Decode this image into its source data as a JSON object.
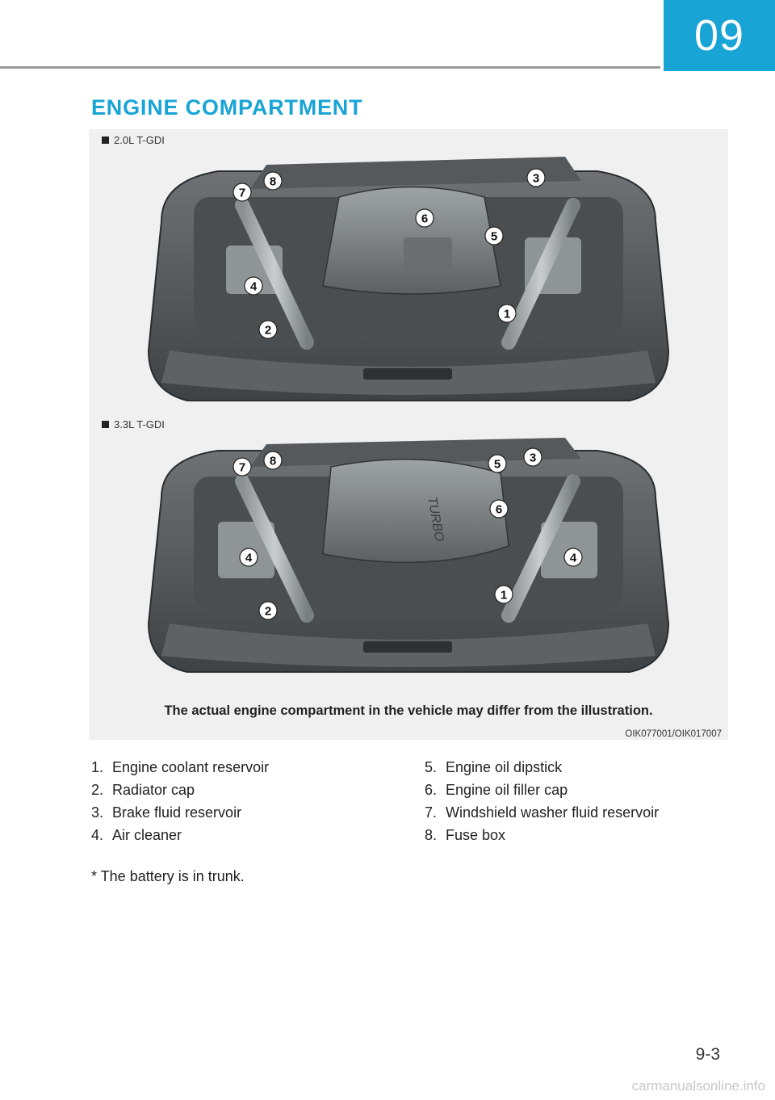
{
  "header": {
    "chapter": "09"
  },
  "section": {
    "title": "ENGINE COMPARTMENT"
  },
  "figure": {
    "variants": [
      {
        "label": "2.0L T-GDI",
        "callouts": [
          "1",
          "2",
          "3",
          "4",
          "5",
          "6",
          "7",
          "8"
        ]
      },
      {
        "label": "3.3L T-GDI",
        "callouts": [
          "1",
          "2",
          "3",
          "4",
          "4",
          "5",
          "6",
          "7",
          "8"
        ]
      }
    ],
    "engine_mark": "TURBO",
    "caption": "The actual engine compartment in the vehicle may differ from the illustration.",
    "code": "OIK077001/OIK017007"
  },
  "legend": {
    "left": [
      {
        "num": "1.",
        "text": "Engine coolant reservoir"
      },
      {
        "num": "2.",
        "text": "Radiator cap"
      },
      {
        "num": "3.",
        "text": "Brake fluid reservoir"
      },
      {
        "num": "4.",
        "text": "Air cleaner"
      }
    ],
    "right": [
      {
        "num": "5.",
        "text": "Engine oil dipstick"
      },
      {
        "num": "6.",
        "text": "Engine oil filler cap"
      },
      {
        "num": "7.",
        "text": "Windshield washer fluid reservoir"
      },
      {
        "num": "8.",
        "text": "Fuse box"
      }
    ]
  },
  "note": "* The battery is in trunk.",
  "footer": {
    "page_number": "9-3",
    "watermark": "carmanualsonline.info"
  }
}
